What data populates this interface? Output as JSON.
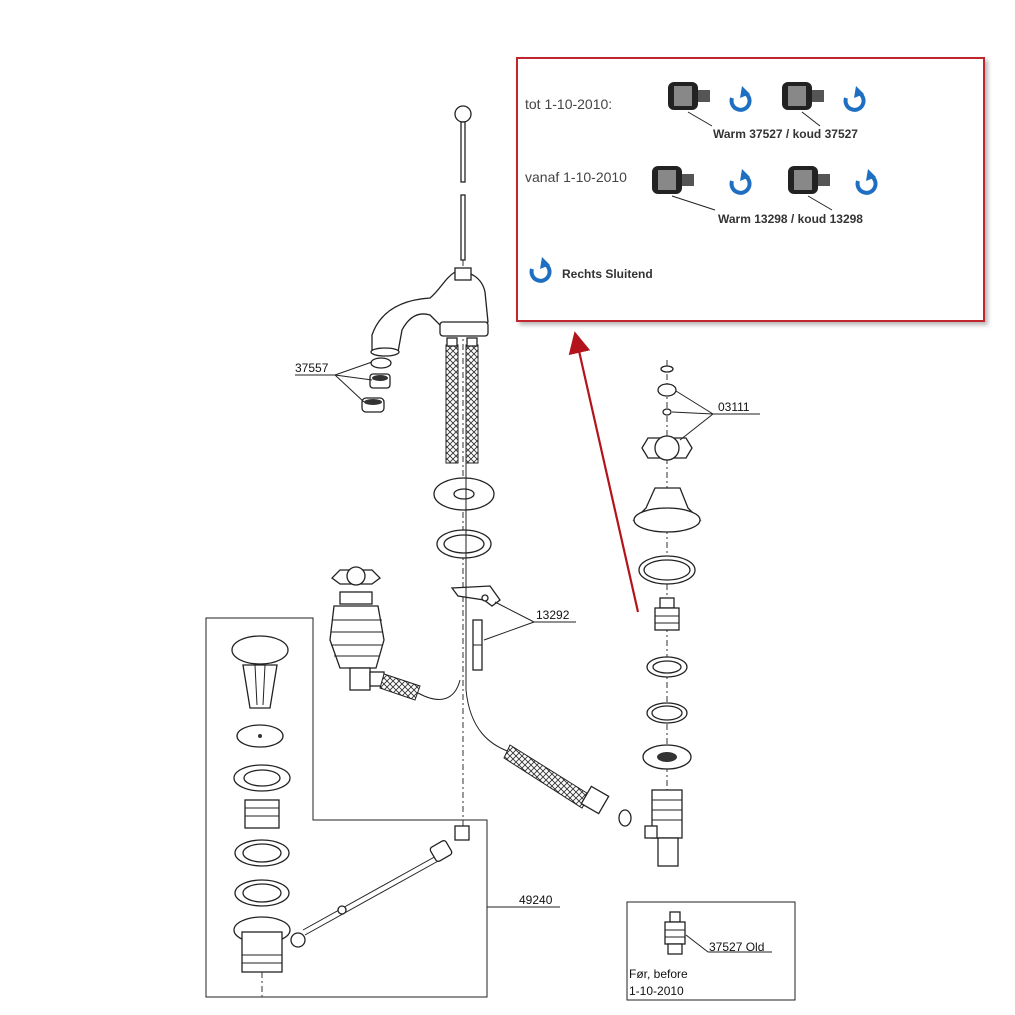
{
  "parts": {
    "p37557": "37557",
    "p03111": "03111",
    "p13292": "13292",
    "p49240": "49240",
    "old_cartridge": "37527 Old",
    "old_before_1": "Før, before",
    "old_before_2": "1-10-2010"
  },
  "info_box": {
    "row1_label": "tot 1-10-2010:",
    "row1_parts": "Warm 37527 / koud 37527",
    "row2_label": "vanaf 1-10-2010",
    "row2_parts": "Warm 13298 / koud 13298",
    "legend_label": "Rechts Sluitend",
    "border_color": "#c0272d",
    "arrow_color": "#b3141c",
    "icon_color": "#1e6fc1"
  }
}
